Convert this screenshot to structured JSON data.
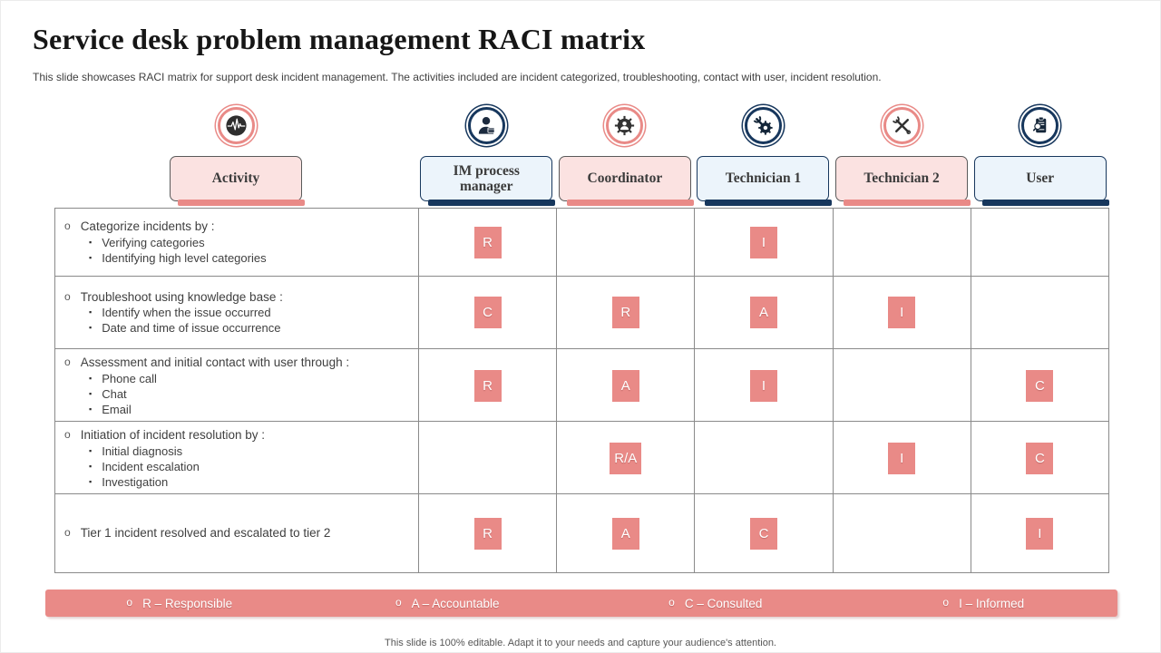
{
  "slide": {
    "title": "Service desk problem management RACI matrix",
    "subtitle": "This slide showcases RACI matrix for support desk incident management. The activities included are incident categorized, troubleshooting, contact with user, incident resolution.",
    "footer": "This slide is 100% editable.  Adapt it to your needs and capture your audience's attention."
  },
  "markers": {
    "bullet": "o",
    "sub_bullet": "▪"
  },
  "colors": {
    "salmon": "#e98a87",
    "pink_fill": "#fbe2e1",
    "navy": "#17375d",
    "blue_fill": "#ecf4fb",
    "grid_line": "#8a8a8a",
    "body_text": "#3f3f3f"
  },
  "columns": [
    {
      "label": "Activity",
      "theme": "pink",
      "icon": "activity-pulse-icon"
    },
    {
      "label": "IM process manager",
      "theme": "blue",
      "icon": "manager-person-icon"
    },
    {
      "label": "Coordinator",
      "theme": "pink",
      "icon": "gear-person-icon"
    },
    {
      "label": "Technician 1",
      "theme": "blue",
      "icon": "gear-wrench-icon"
    },
    {
      "label": "Technician 2",
      "theme": "pink",
      "icon": "crossed-tools-icon"
    },
    {
      "label": "User",
      "theme": "blue",
      "icon": "clipboard-magnifier-icon"
    }
  ],
  "rows": [
    {
      "activity": "Categorize incidents by :",
      "subitems": [
        "Verifying  categories",
        "Identifying  high level categories"
      ],
      "cells": [
        "R",
        "",
        "I",
        "",
        ""
      ]
    },
    {
      "activity": "Troubleshoot using knowledge base :",
      "subitems": [
        "Identify  when the issue occurred",
        "Date and time of issue occurrence"
      ],
      "cells": [
        "C",
        "R",
        "A",
        "I",
        ""
      ]
    },
    {
      "activity": "Assessment and initial  contact with user through :",
      "subitems": [
        "Phone call",
        "Chat",
        "Email"
      ],
      "cells": [
        "R",
        "A",
        "I",
        "",
        "C"
      ]
    },
    {
      "activity": "Initiation  of incident resolution by :",
      "subitems": [
        "Initial  diagnosis",
        "Incident  escalation",
        "Investigation"
      ],
      "cells": [
        "",
        "R/A",
        "",
        "I",
        "C"
      ]
    },
    {
      "activity": "Tier 1 incident resolved and escalated to tier 2",
      "subitems": [],
      "cells": [
        "R",
        "A",
        "C",
        "",
        "I"
      ]
    }
  ],
  "legend": [
    "R – Responsible",
    "A – Accountable",
    "C – Consulted",
    "I – Informed"
  ]
}
